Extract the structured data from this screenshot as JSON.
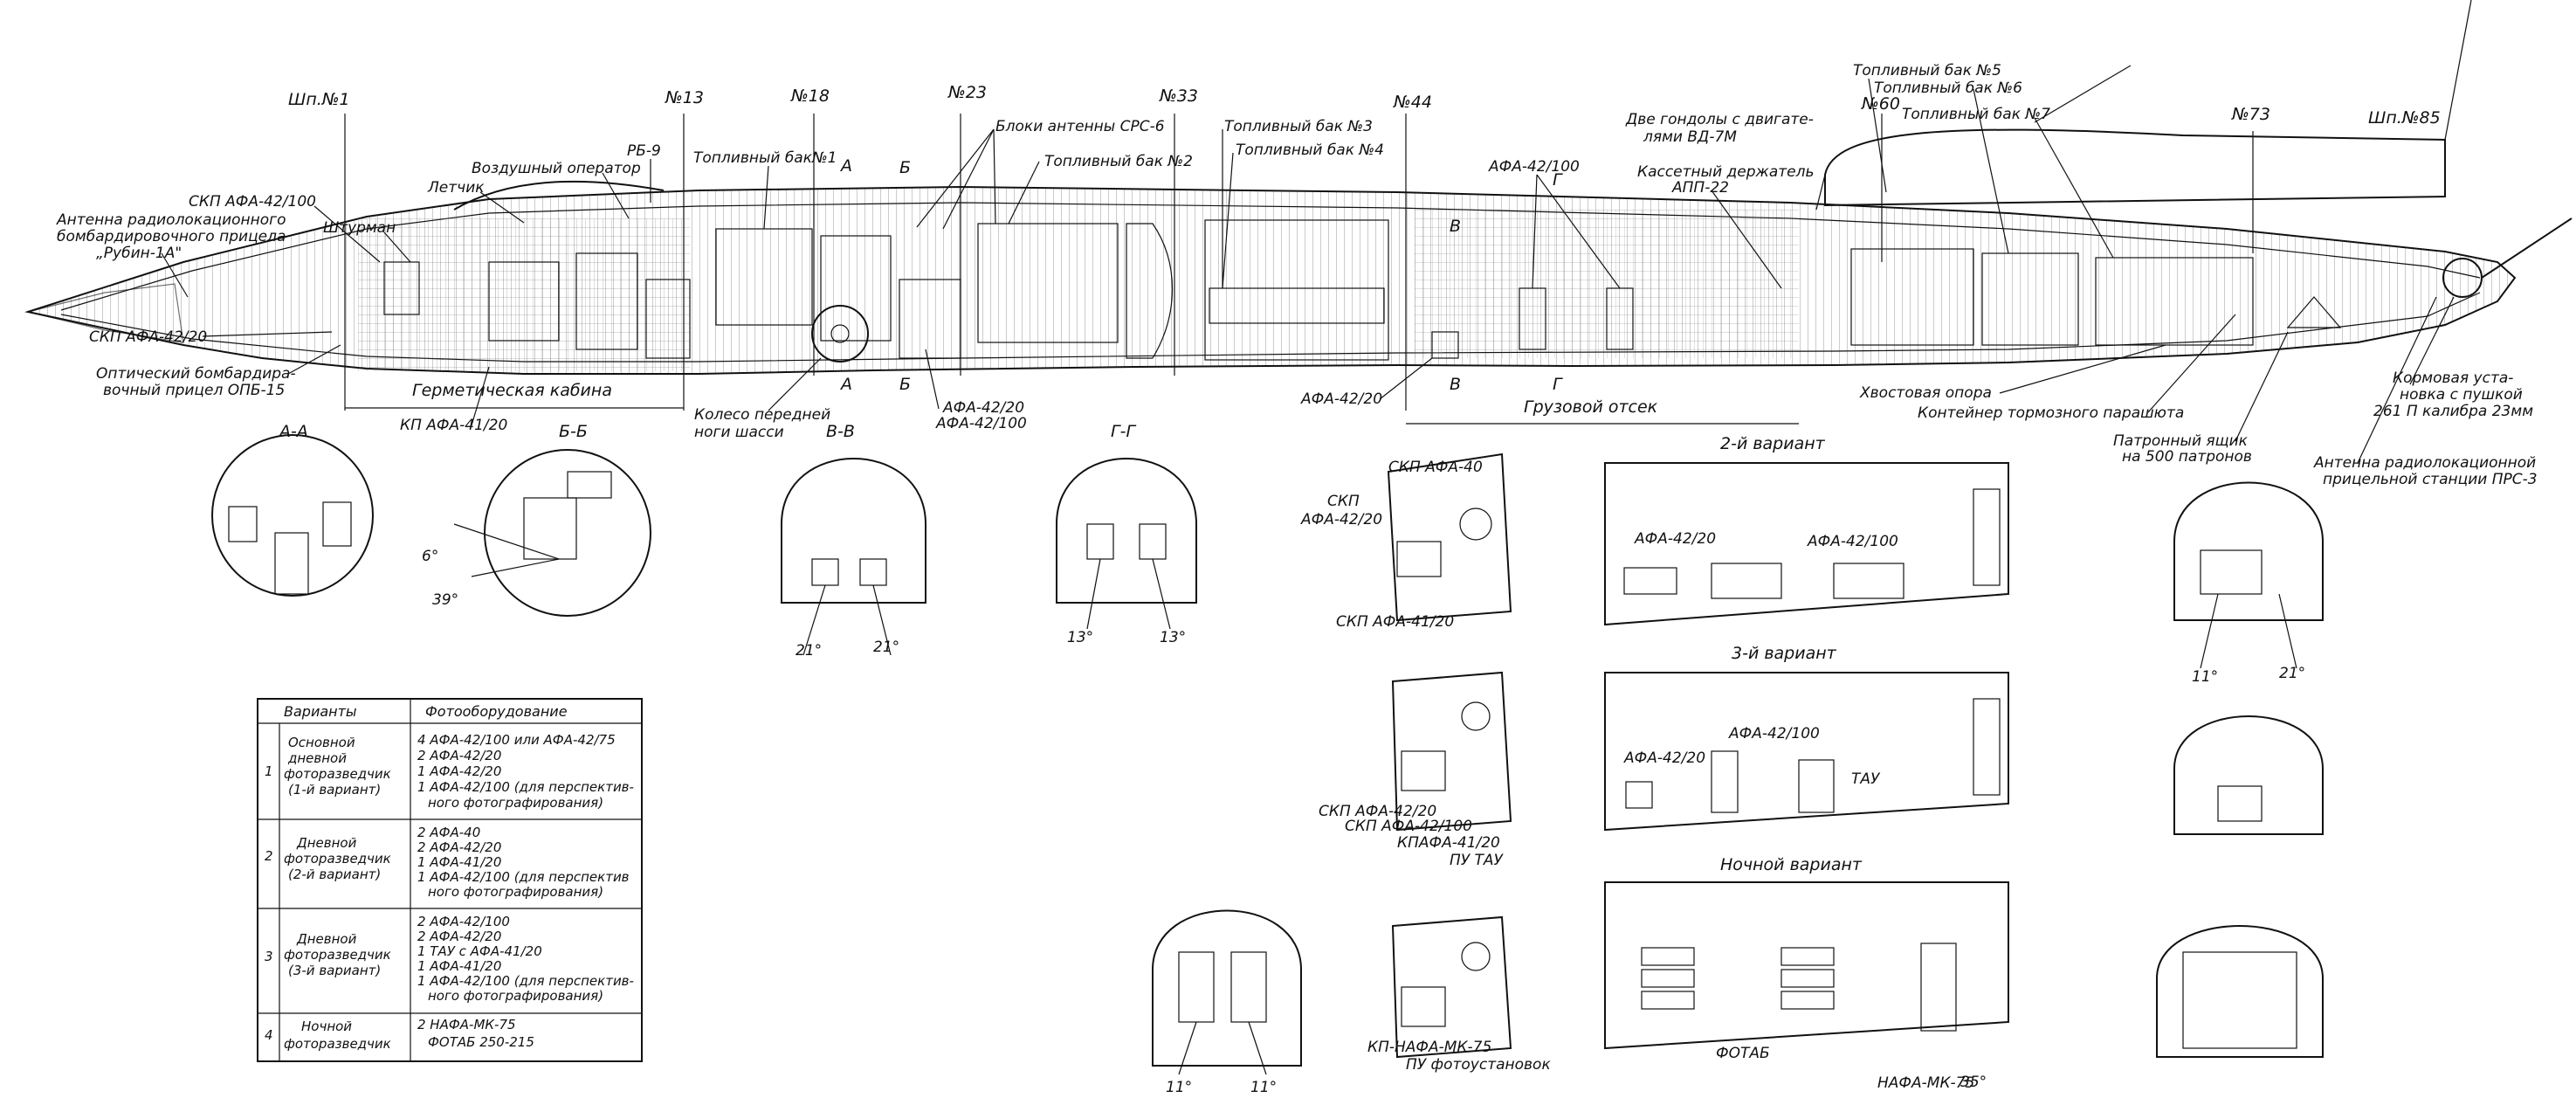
{
  "frames": {
    "f1": "Шп.№1",
    "f13": "№13",
    "f18": "№18",
    "f23": "№23",
    "f33": "№33",
    "f44": "№44",
    "f60": "№60",
    "f73": "№73",
    "f85": "Шп.№85"
  },
  "callouts": {
    "radar_antenna": [
      "Антенна радиолокационного",
      "бомбардировочного прицела",
      "„Рубин-1А\""
    ],
    "skp_afa_42_100_nose": "СКП АФА-42/100",
    "navigator": "Штурман",
    "pilot": "Летчик",
    "air_operator": "Воздушный оператор",
    "rb9": "РБ-9",
    "skp_afa_42_20_nose": "СКП АФА-42/20",
    "optical_sight": [
      "Оптический бомбардира-",
      "вочный прицел ОПБ-15"
    ],
    "pressurized_cabin": "Герметическая кабина",
    "kp_afa_41_20": "КП АФА-41/20",
    "nose_wheel": [
      "Колесо передней",
      "ноги шасси"
    ],
    "fuel_tank_1": "Топливный бак№1",
    "fuel_tank_2": "Топливный бак №2",
    "fuel_tank_3": "Топливный бак №3",
    "fuel_tank_4": "Топливный бак №4",
    "fuel_tank_5": "Топливный бак №5",
    "fuel_tank_6": "Топливный бак №6",
    "fuel_tank_7": "Топливный бак №7",
    "antenna_blocks": "Блоки антенны СРС-6",
    "afa_42_20_mid": "АФА-42/20",
    "afa_42_100_mid": "АФА-42/100",
    "afa_42_100_bay": "АФА-42/100",
    "afa_42_20_bay": "АФА-42/20",
    "cargo_bay": "Грузовой отсек",
    "engines": [
      "Две гондолы с двигате-",
      "лями ВД-7М"
    ],
    "cassette_holder": [
      "Кассетный держатель",
      "АПП-22"
    ],
    "tail_support": "Хвостовая опора",
    "brake_chute": "Контейнер тормозного парашюта",
    "ammo_box": [
      "Патронный ящик",
      "на 500 патронов"
    ],
    "tail_turret": [
      "Кормовая уста-",
      "новка с пушкой",
      "261 П калибра 23мм"
    ],
    "radar_prs3": [
      "Антенна радиолокационной",
      "прицельной станции ПРС-3"
    ],
    "sec_A_top": "А",
    "sec_A_bot": "А",
    "sec_B_top": "Б",
    "sec_B_bot": "Б",
    "sec_V_top": "В",
    "sec_V_bot": "В",
    "sec_G_top": "Г",
    "sec_G_bot": "Г"
  },
  "sections": {
    "aa": "А-А",
    "bb": "Б-Б",
    "vv": "В-В",
    "gg": "Г-Г",
    "bb_ang1": "6°",
    "bb_ang2": "39°",
    "vv_ang1": "21°",
    "vv_ang2": "21°",
    "gg_ang1": "13°",
    "gg_ang2": "13°",
    "rear_ang1": "11°",
    "rear_ang2": "21°",
    "bottom_ang1": "11°",
    "bottom_ang2": "11°",
    "night_ang": "35°"
  },
  "cabin_labels": {
    "c1_skp_afa_40": "СКП АФА-40",
    "c1_skp": "СКП",
    "c1_afa_42_20": "АФА-42/20",
    "c1_skp_afa_41_20": "СКП АФА-41/20",
    "c2_skp_afa_42_20": "СКП АФА-42/20",
    "c2_skp_afa_42_100": "СКП АФА-42/100",
    "c2_kafa": "КПАФА-41/20",
    "c2_pu_tau": "ПУ ТАУ",
    "c3_kp_nafa": "КП-НАФА-МК-75",
    "c3_pu": "ПУ фотоустановок"
  },
  "variants": {
    "v2_title": "2-й вариант",
    "v2_l1": "АФА-42/20",
    "v2_l2": "АФА-42/100",
    "v3_title": "3-й вариант",
    "v3_l1": "АФА-42/20",
    "v3_l2": "АФА-42/100",
    "v3_l3": "ТАУ",
    "night_title": "Ночной вариант",
    "night_l1": "ФОТАБ",
    "night_l2": "НАФА-МК-75"
  },
  "table": {
    "headers": [
      "Варианты",
      "Фотооборудование"
    ],
    "rows": [
      {
        "num": "1",
        "variant": [
          "Основной",
          "дневной",
          "фоторазведчик",
          "(1-й вариант)"
        ],
        "equipment": [
          "4 АФА-42/100 или АФА-42/75",
          "2 АФА-42/20",
          "1 АФА-42/20",
          "1 АФА-42/100 (для перспектив-",
          "ного фотографирования)"
        ]
      },
      {
        "num": "2",
        "variant": [
          "Дневной",
          "фоторазведчик",
          "(2-й вариант)"
        ],
        "equipment": [
          "2 АФА-40",
          "2 АФА-42/20",
          "1 АФА-41/20",
          "1 АФА-42/100 (для перспектив",
          "ного фотографирования)"
        ]
      },
      {
        "num": "3",
        "variant": [
          "Дневной",
          "фоторазведчик",
          "(3-й вариант)"
        ],
        "equipment": [
          "2 АФА-42/100",
          "2 АФА-42/20",
          "1 ТАУ с АФА-41/20",
          "1 АФА-41/20",
          "1 АФА-42/100 (для перспектив-",
          "ного фотографирования)"
        ]
      },
      {
        "num": "4",
        "variant": [
          "Ночной",
          "фоторазведчик"
        ],
        "equipment": [
          "2 НАФА-МК-75",
          "ФОТАБ 250-215"
        ]
      }
    ]
  }
}
